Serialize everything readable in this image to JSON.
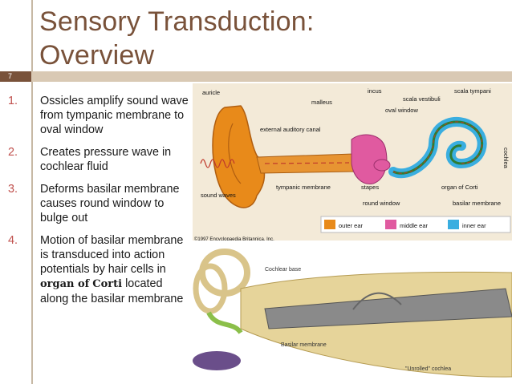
{
  "slide": {
    "title_line1": "Sensory Transduction:",
    "title_line2": "Overview",
    "number": "7"
  },
  "bullets": [
    {
      "num": "1.",
      "text": "Ossicles amplify sound wave from tympanic membrane to oval window"
    },
    {
      "num": "2.",
      "text": "Creates pressure wave in cochlear fluid"
    },
    {
      "num": "3.",
      "text": "Deforms basilar membrane causes round window to bulge out"
    },
    {
      "num": "4.",
      "text_a": "Motion of basilar membrane is transduced into action potentials by hair cells in ",
      "emph1": "organ of",
      "emph2": "Corti",
      "text_b": " located along the basilar membrane"
    }
  ],
  "ear_figure": {
    "labels": {
      "auricle": "auricle",
      "incus": "incus",
      "scala_tympani": "scala tympani",
      "scala_vestibuli": "scala vestibuli",
      "malleus": "malleus",
      "oval_window": "oval window",
      "external_canal": "external auditory canal",
      "cochlea": "cochlea",
      "sound_waves": "sound waves",
      "tympanic": "tympanic membrane",
      "stapes": "stapes",
      "organ_corti": "organ of Corti",
      "round_window": "round window",
      "basilar": "basilar membrane",
      "copyright": "©1997 Encyclopaedia Britannica, Inc."
    },
    "legend": [
      {
        "label": "outer ear",
        "color": "#e88a1a"
      },
      {
        "label": "middle ear",
        "color": "#e05aa0"
      },
      {
        "label": "inner ear",
        "color": "#3aaee0"
      }
    ]
  },
  "cochlea_figure": {
    "labels": {
      "cochlear_base": "Cochlear base",
      "basilar": "Basilar membrane",
      "unrolled": "\"Unrolled\" cochlea"
    }
  }
}
